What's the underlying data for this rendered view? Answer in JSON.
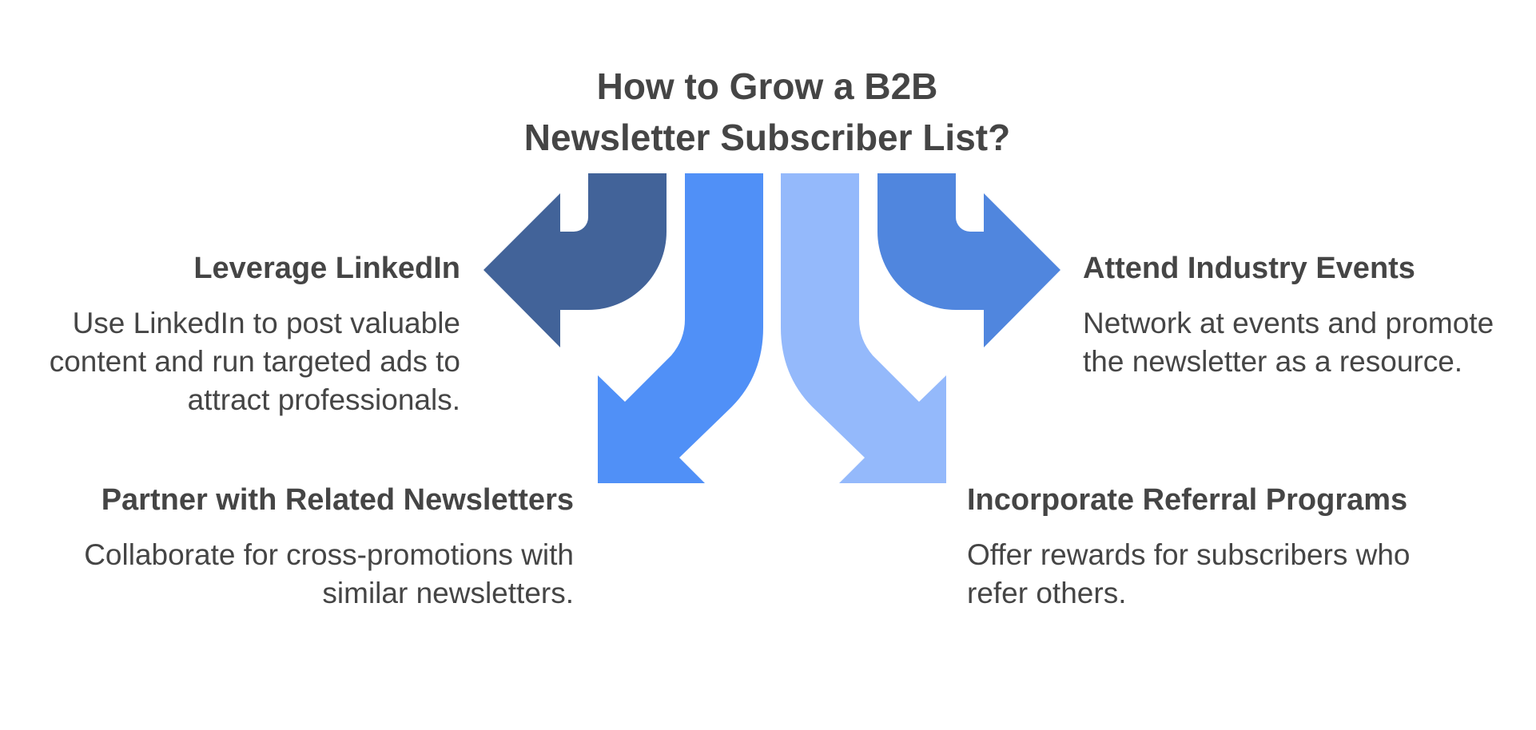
{
  "title": {
    "line1": "How to Grow a B2B",
    "line2": "Newsletter Subscriber List?"
  },
  "colors": {
    "text": "#454545",
    "arrow_linkedin": "#426399",
    "arrow_partner": "#5090f7",
    "arrow_referral": "#94b9fb",
    "arrow_events": "#5086de"
  },
  "items": [
    {
      "id": "linkedin",
      "heading": "Leverage LinkedIn",
      "description": "Use LinkedIn to post valuable content and run targeted ads to attract professionals.",
      "arrow": "left-curved-arrow-icon"
    },
    {
      "id": "partner",
      "heading": "Partner with Related Newsletters",
      "description": "Collaborate for cross-promotions with similar newsletters.",
      "arrow": "down-left-curved-arrow-icon"
    },
    {
      "id": "events",
      "heading": "Attend Industry Events",
      "description": "Network at events and promote the newsletter as a resource.",
      "arrow": "right-curved-arrow-icon"
    },
    {
      "id": "referral",
      "heading": "Incorporate Referral Programs",
      "description": "Offer rewards for subscribers who refer others.",
      "arrow": "down-right-curved-arrow-icon"
    }
  ]
}
